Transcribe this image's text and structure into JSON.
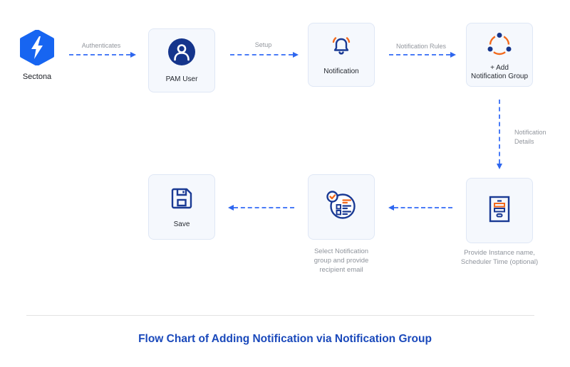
{
  "diagram": {
    "start": {
      "label": "Sectona"
    },
    "arrows": {
      "authenticates": {
        "label": "Authenticates"
      },
      "setup": {
        "label": "Setup"
      },
      "notification_rules": {
        "label": "Notification Rules"
      },
      "notification_details": {
        "line1": "Notification",
        "line2": "Details"
      }
    },
    "nodes": {
      "pam_user": {
        "label": "PAM User"
      },
      "notification": {
        "label": "Notification"
      },
      "add_notification_group": {
        "label_line1": "+ Add",
        "label_line2": "Notification Group"
      },
      "provide_instance": {
        "caption_line1": "Provide Instance name,",
        "caption_line2": "Scheduler Time (optional)"
      },
      "select_notification_group": {
        "caption_line1": "Select Notification",
        "caption_line2": "group and provide",
        "caption_line3": "recipient email"
      },
      "save": {
        "label": "Save"
      }
    }
  },
  "footer": {
    "title": "Flow Chart of Adding Notification via Notification Group"
  },
  "colors": {
    "accent_blue": "#4a7cf7",
    "arrowhead_blue": "#2e66ee",
    "logo_blue": "#1765f1",
    "icon_navy": "#1a3a94",
    "icon_orange": "#f2691c",
    "node_bg": "#f5f8fd",
    "node_border": "#dfe7f5",
    "title_blue": "#1a49bb",
    "label_gray": "#8f949c"
  }
}
